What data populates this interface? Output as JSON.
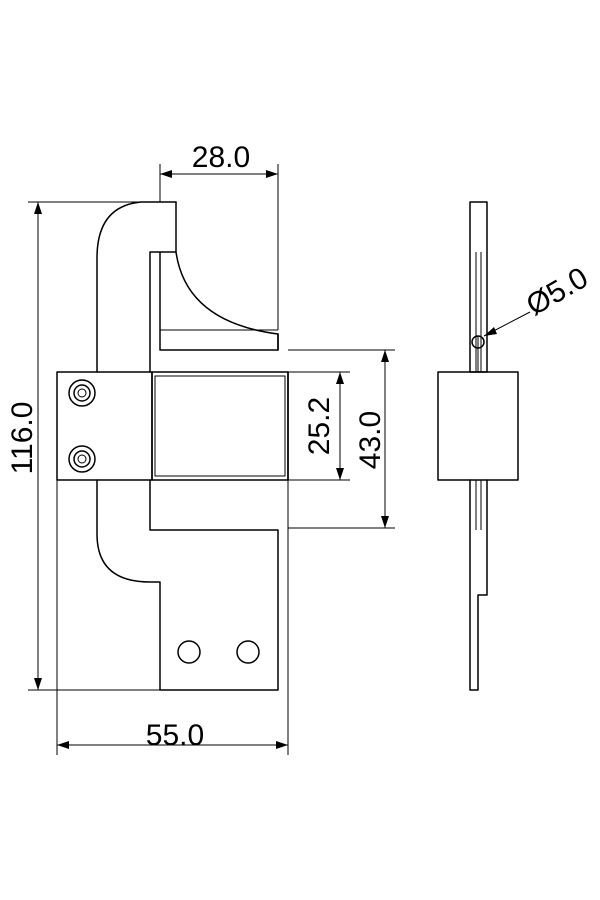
{
  "drawing": {
    "dimensions": {
      "top_width": "28.0",
      "overall_height": "116.0",
      "inner_height": "25.2",
      "block_height": "43.0",
      "overall_width": "55.0",
      "pin_diameter": "Ø5.0"
    }
  }
}
